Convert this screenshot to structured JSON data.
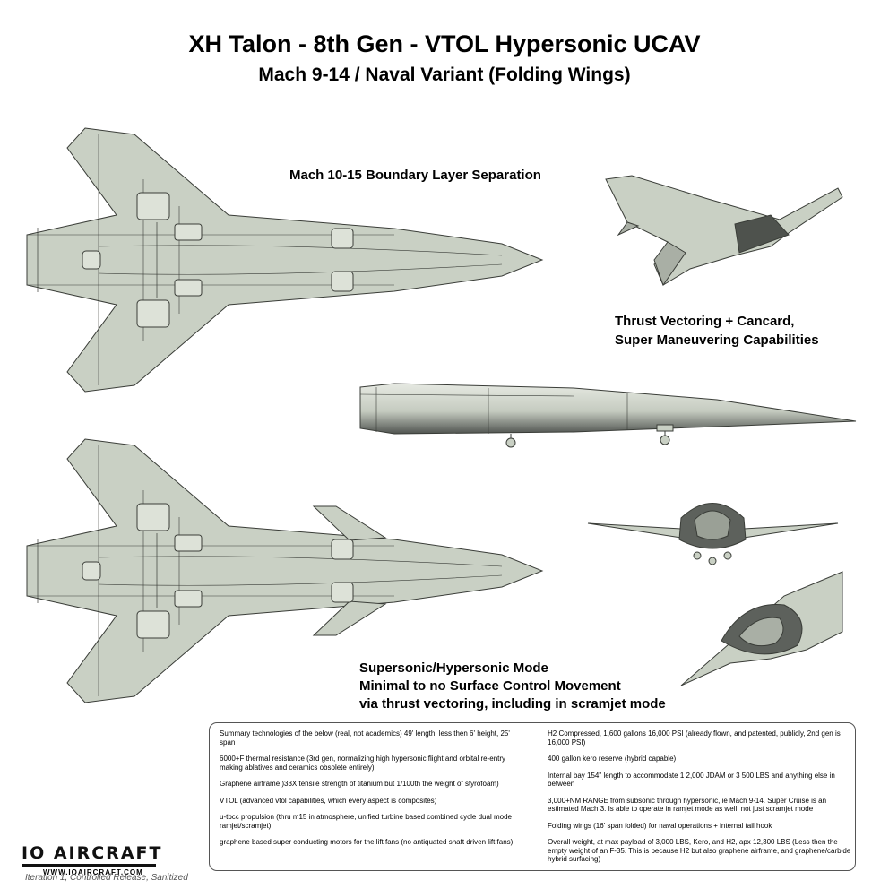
{
  "title": "XH Talon - 8th Gen - VTOL Hypersonic UCAV",
  "subtitle": "Mach 9-14 / Naval Variant (Folding Wings)",
  "callouts": {
    "boundary_layer": "Mach 10-15 Boundary Layer Separation",
    "thrust_1": "Thrust Vectoring + Cancard,",
    "thrust_2": "Super Maneuvering Capabilities",
    "mode_1": "Supersonic/Hypersonic Mode",
    "mode_2": "Minimal to no Surface Control Movement",
    "mode_3": "via thrust vectoring, including in scramjet mode"
  },
  "summary": {
    "left": [
      "Summary technologies of the below (real, not academics) 49' length, less then 6' height, 25' span",
      "6000+F thermal resistance (3rd gen, normalizing high hypersonic flight and orbital re-entry making ablatives and ceramics obsolete entirely)",
      "Graphene airframe )33X tensile strength of titanium but 1/100th the weight of styrofoam)",
      "VTOL (advanced vtol capabilities, which every aspect is composites)",
      "u-tbcc propulsion (thru m15 in atmosphere, unified turbine based combined cycle dual mode ramjet/scramjet)",
      "graphene based super conducting motors for the lift fans (no antiquated shaft driven lift fans)"
    ],
    "right": [
      "H2 Compressed, 1,600 gallons 16,000 PSI (already flown, and patented, publicly, 2nd gen is 16,000 PSI)",
      "400 gallon kero reserve (hybrid capable)",
      "Internal bay 154\" length to accommodate 1 2,000 JDAM or 3 500 LBS and anything else in between",
      "3,000+NM RANGE from subsonic through hypersonic, ie Mach 9-14. Super Cruise is an estimated Mach 3. Is able to operate in ramjet mode as well, not just scramjet mode",
      "Folding wings (16' span folded) for naval operations + internal tail hook",
      "Overall weight, at max payload of 3,000 LBS, Kero, and H2, apx 12,300 LBS (Less then the empty weight of an F-35. This is because H2 but also graphene airframe, and graphene/carbide hybrid surfacing)"
    ]
  },
  "brand": {
    "name": "IO AIRCRAFT",
    "url": "WWW.IOAIRCRAFT.COM",
    "note": "Iteration 1, Controlled Release, Sanitized"
  },
  "colors": {
    "fill": "#c9d0c4",
    "fill_light": "#dde2d8",
    "shadow": "#5a5e58",
    "line": "#3a3d38"
  }
}
